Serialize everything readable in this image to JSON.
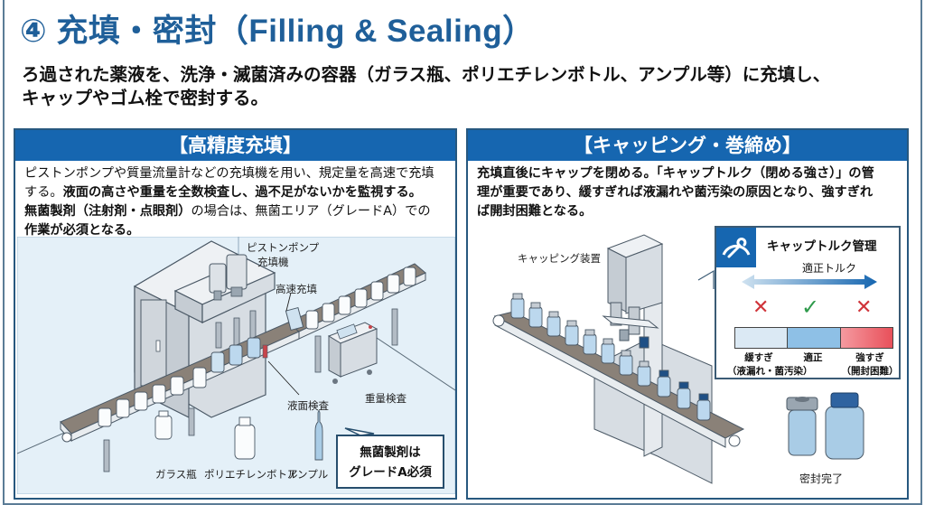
{
  "header": {
    "title": "④ 充填・密封（Filling & Sealing）",
    "intro_lines": [
      "ろ過された薬液を、洗浄・滅菌済みの容器（ガラス瓶、ポリエチレンボトル、アンプル等）に充填し、",
      "キャップやゴム栓で密封する。"
    ]
  },
  "colors": {
    "accent_blue": "#1666b0",
    "title_blue": "#1f5f99",
    "ok_green": "#2e9a4b",
    "ng_red": "#d0343a",
    "scene_bg": "#e4f0f8"
  },
  "left_panel": {
    "heading": "【高精度充填】",
    "text": {
      "line1": "ピストンポンプや質量流量計などの充填機を用い、規定量を高速で充填",
      "line2_a": "する。",
      "line2_b": "液面の高さや重量を全数検査し、過不足がないかを監視する。",
      "line3_a": "無菌製剤（注射剤・点眼剤）",
      "line3_b": "の場合は、無菌エリア（グレードA）での",
      "line4": "作業が必須となる。"
    },
    "labels": {
      "piston_pump": "ピストンポンプ",
      "filler": "充填機",
      "high_speed": "高速充填",
      "level_check": "液面検査",
      "weight_check": "重量検査",
      "glass_bottle": "ガラス瓶",
      "pe_bottle": "ポリエチレンボトル",
      "ampoule": "アンプル"
    },
    "callout": {
      "line1": "無菌製剤は",
      "line2": "グレードA必須"
    }
  },
  "right_panel": {
    "heading": "【キャッピング・巻締め】",
    "text": {
      "line1": "充填直後にキャップを閉める。「キャップトルク（閉める強さ）」の管",
      "line2": "理が重要であり、緩すぎれば液漏れや菌汚染の原因となり、強すぎれ",
      "line3": "ば開封困難となる。"
    },
    "labels": {
      "capping_machine": "キャッピング装置",
      "sealed": "密封完了"
    },
    "torque": {
      "title": "キャップトルク管理",
      "proper_torque": "適正トルク",
      "loose_mark": "✕",
      "ok_mark": "✓",
      "tight_mark": "✕",
      "loose": "緩すぎ",
      "loose_note": "（液漏れ・菌汚染）",
      "proper": "適正",
      "tight": "強すぎ",
      "tight_note": "（開封困難）"
    }
  }
}
